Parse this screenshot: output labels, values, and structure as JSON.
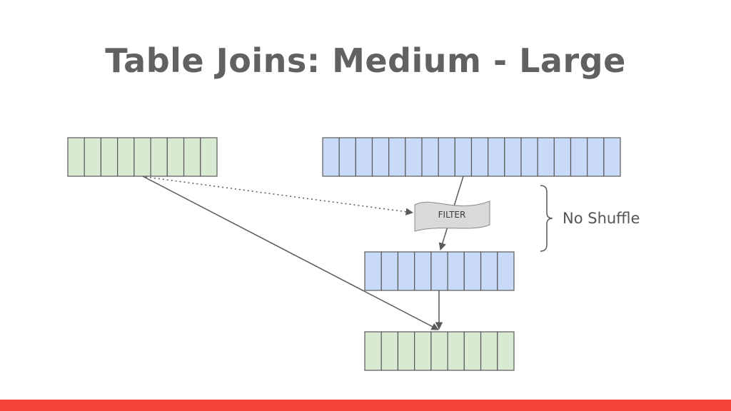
{
  "slide": {
    "title": "Table Joins: Medium - Large"
  },
  "diagram": {
    "filter_label": "FILTER",
    "annotation": "No Shuffle",
    "tables": {
      "medium": {
        "cells": 9
      },
      "large": {
        "cells": 18
      },
      "filtered": {
        "cells": 9
      },
      "result": {
        "cells": 9
      }
    }
  },
  "colors": {
    "green_fill": "#d9ead3",
    "blue_fill": "#c9daf8",
    "cell_stroke": "#595959",
    "filter_fill": "#d9d9d9",
    "accent_bar": "#f44336",
    "title_text": "#616161"
  }
}
